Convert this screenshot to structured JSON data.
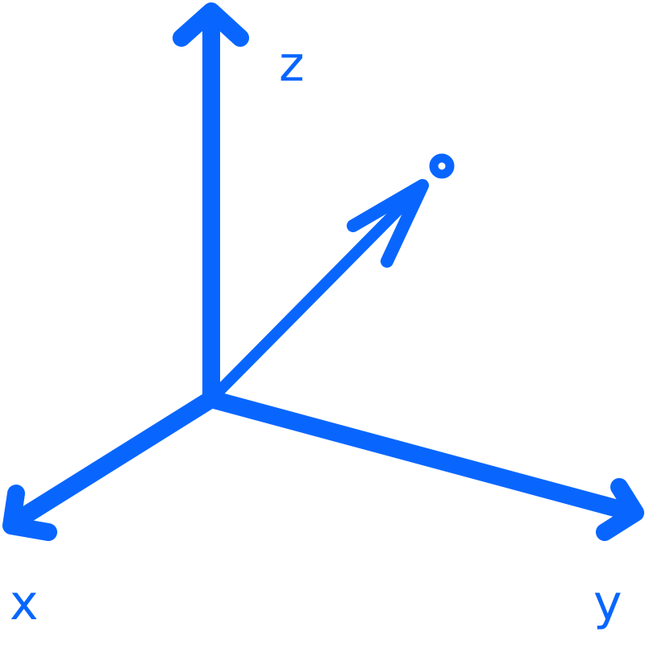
{
  "diagram": {
    "labels": {
      "z": "z",
      "x": "x",
      "y": "y"
    },
    "colors": {
      "stroke": "#0866FF",
      "background": "#FFFFFF"
    }
  }
}
